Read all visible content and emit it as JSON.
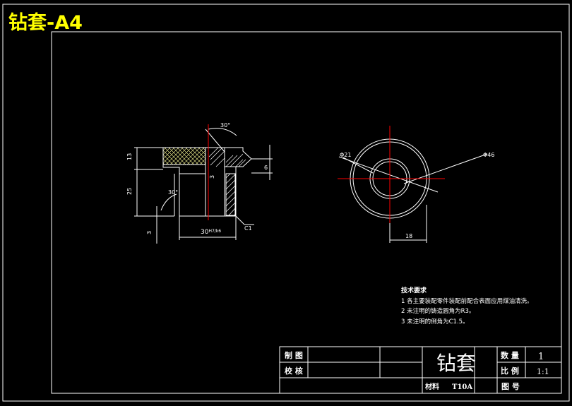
{
  "title": "钻套-A4",
  "dimensions": {
    "left_height_top": "13",
    "left_height_main": "25",
    "left_bottom": "3",
    "angle_top": "30°",
    "angle_left": "30°",
    "mid_vertical": "3",
    "right_small": "6",
    "bottom_width": "30",
    "bottom_width_suffix": "H7/k6",
    "chamfer": "C1",
    "circle_inner_dia": "Φ21",
    "circle_outer_dia": "Φ46",
    "circle_width": "18"
  },
  "tech_requirements": {
    "heading": "技术要求",
    "items": [
      "1 各主要装配零件装配前配合表面应用煤油清洗。",
      "2 未注明的铸造圆角为R3。",
      "3 未注明的倒角为C1.5。"
    ]
  },
  "title_block": {
    "drawn_label": "制 图",
    "checked_label": "校 核",
    "part_name": "钻套",
    "quantity_label": "数 量",
    "quantity_value": "1",
    "scale_label": "比 例",
    "scale_value": "1:1",
    "material_label": "材料",
    "material_value": "T10A",
    "drawing_no_label": "图 号"
  },
  "colors": {
    "background": "#000000",
    "lines": "#ffffff",
    "title": "#ffff00",
    "centerline": "#ff0000",
    "hatch": "#ffff99"
  }
}
